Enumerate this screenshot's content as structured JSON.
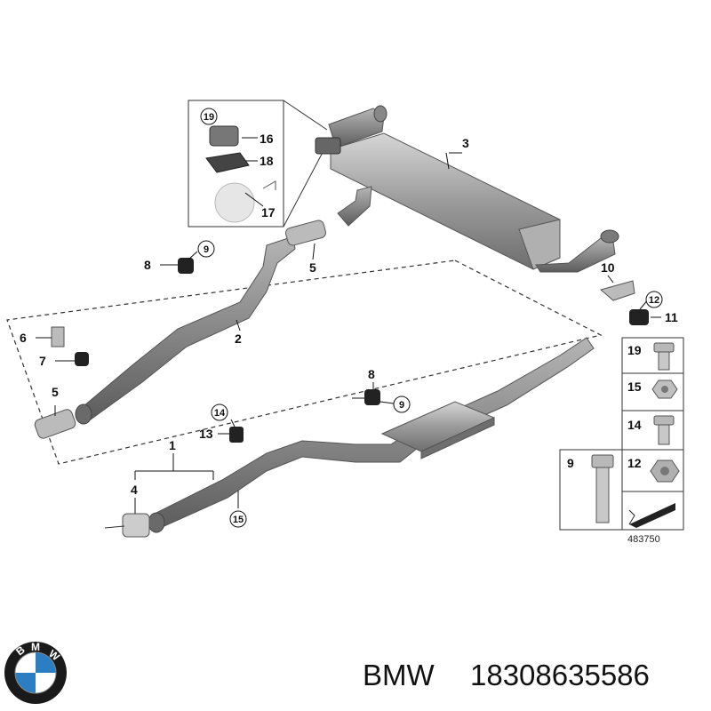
{
  "diagram": {
    "part_labels": {
      "p1": "1",
      "p2": "2",
      "p3": "3",
      "p4": "4",
      "p5a": "5",
      "p5b": "5",
      "p6": "6",
      "p7": "7",
      "p8a": "8",
      "p8b": "8",
      "p10": "10",
      "p11": "11",
      "p13": "13",
      "p16": "16",
      "p17": "17",
      "p18": "18"
    },
    "circled_labels": {
      "c9a": "9",
      "c9b": "9",
      "c12": "12",
      "c14": "14",
      "c15": "15",
      "c19": "19"
    },
    "legend": {
      "r19": "19",
      "r15": "15",
      "r14": "14",
      "r9": "9",
      "r12": "12"
    },
    "diagram_number": "483750"
  },
  "footer": {
    "brand": "BMW",
    "part_number": "18308635586",
    "logo_letters": "BMW"
  },
  "colors": {
    "pipe": "#8a8a8a",
    "pipe_dark": "#5e5e5e",
    "muffler": "#9a9a9a",
    "muffler_light": "#c8c8c8",
    "logo_blue": "#2b7ec1",
    "logo_ring": "#1a1a1a"
  }
}
